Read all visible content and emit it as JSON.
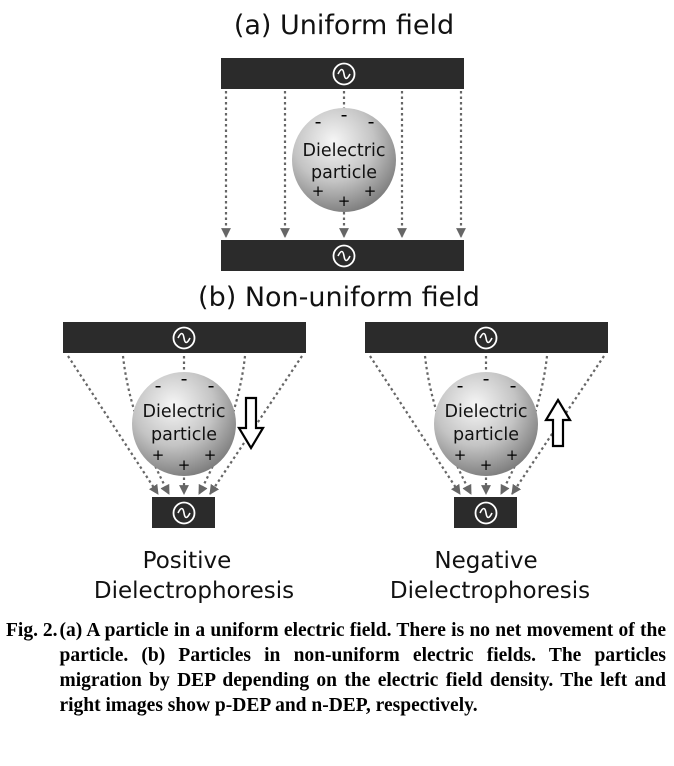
{
  "panel_a": {
    "title": "(a) Uniform field",
    "particle_label_line1": "Dielectric",
    "particle_label_line2": "particle"
  },
  "panel_b": {
    "title": "(b) Non-uniform field",
    "left": {
      "particle_label_line1": "Dielectric",
      "particle_label_line2": "particle",
      "caption_line1": "Positive",
      "caption_line2": "Dielectrophoresis"
    },
    "right": {
      "particle_label_line1": "Dielectric",
      "particle_label_line2": "particle",
      "caption_line1": "Negative",
      "caption_line2": "Dielectrophoresis"
    }
  },
  "charges": {
    "negative": "-",
    "positive": "+"
  },
  "icons": {
    "ac_source": "ac-source-icon"
  },
  "colors": {
    "electrode": "#2b2b2b",
    "field_line": "#666666",
    "particle_light": "#f4f4f4",
    "particle_dark": "#8a8a8a"
  },
  "caption": {
    "label": "Fig. 2.",
    "text": "(a) A particle in a uniform electric field. There is no net movement of the particle. (b) Particles in non-uniform electric fields. The particles migration by DEP depending on the electric field density. The left and right images show p-DEP and n-DEP, respectively."
  }
}
